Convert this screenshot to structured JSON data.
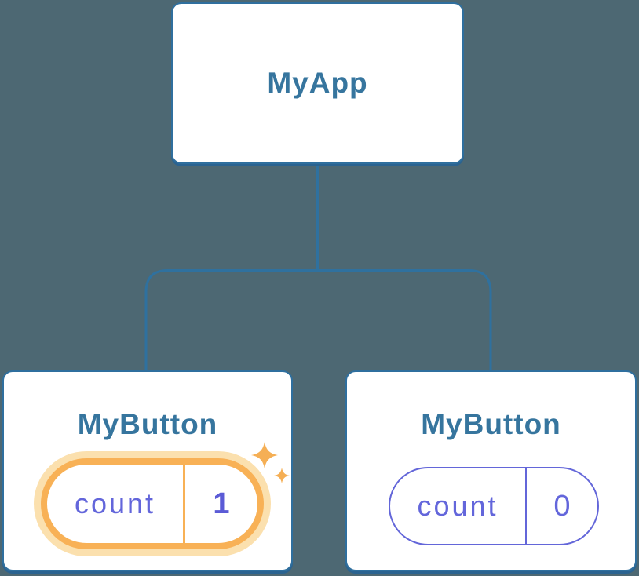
{
  "diagram": {
    "root": {
      "label": "MyApp"
    },
    "children": [
      {
        "title": "MyButton",
        "state": {
          "key": "count",
          "value": "1"
        },
        "highlighted": true
      },
      {
        "title": "MyButton",
        "state": {
          "key": "count",
          "value": "0"
        },
        "highlighted": false
      }
    ]
  },
  "icons": {
    "sparkle": "four-pointed-star-sparkles"
  },
  "colors": {
    "background": "#4D6873",
    "node_fill": "#FFFFFF",
    "node_border": "#2F6F9E",
    "node_shadow": "#2B6390",
    "heading_text": "#36759E",
    "connector": "#2F719F",
    "state_text": "#6366DB",
    "state_value_highlighted": "#5B5BD6",
    "state_pill_border": "#6366D9",
    "highlight_ring": "#F8B156",
    "highlight_halo": "#FBE0AE",
    "sparkle": "#F5AF55"
  }
}
